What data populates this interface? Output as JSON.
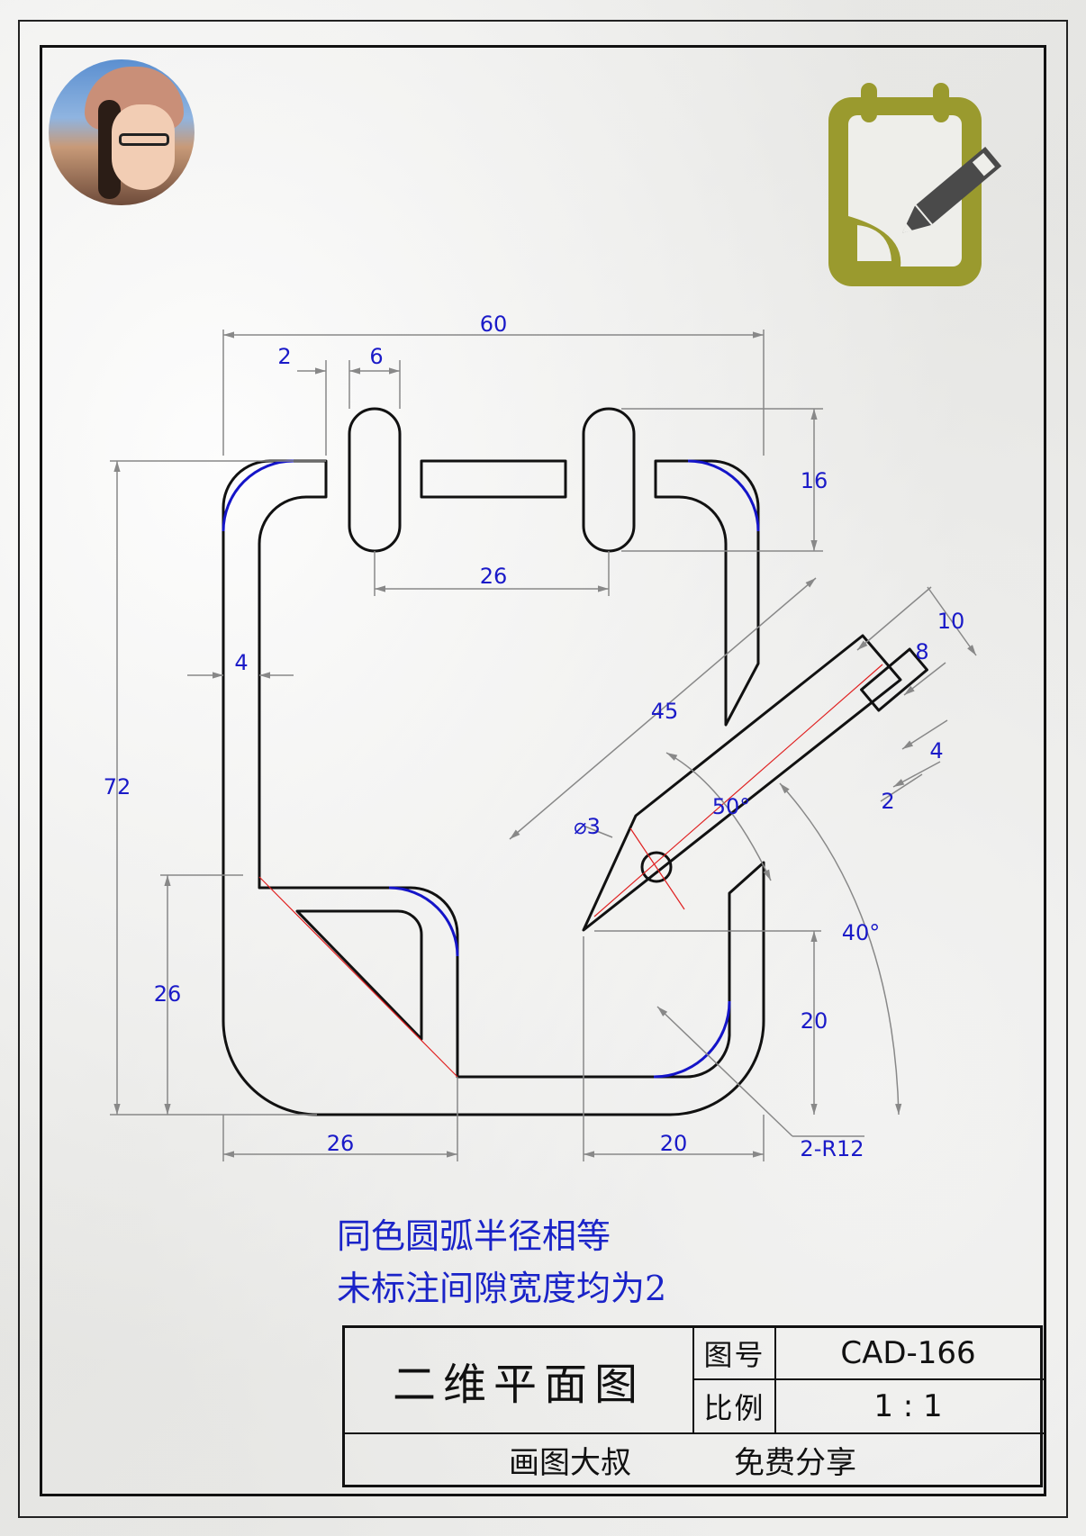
{
  "dimensions": {
    "overall_width": "60",
    "gap_2": "2",
    "slot_6": "6",
    "slot_height_16": "16",
    "slot_spacing_26": "26",
    "wall_4": "4",
    "overall_height_72": "72",
    "left_height_26": "26",
    "bottom_left_26": "26",
    "bottom_right_20": "20",
    "right_height_20": "20",
    "radius": "2-R12",
    "pencil_length_45": "45",
    "pencil_width_10": "10",
    "eraser_8": "8",
    "eraser_4": "4",
    "eraser_gap_2": "2",
    "hole_dia": "⌀3",
    "tip_angle": "50°",
    "tilt_angle": "40°"
  },
  "notes": {
    "line1": "同色圆弧半径相等",
    "line2": "未标注间隙宽度均为2"
  },
  "title_block": {
    "title": "二维平面图",
    "drawing_no_label": "图号",
    "drawing_no": "CAD-166",
    "scale_label": "比例",
    "scale": "1 : 1",
    "author": "画图大叔",
    "share": "免费分享"
  },
  "colors": {
    "dimension_text": "#1a1ac8",
    "arc_highlight": "#1414c8",
    "center_line": "#e02020",
    "logo_green": "#9a9a2e",
    "logo_pen": "#4a4a4a"
  }
}
